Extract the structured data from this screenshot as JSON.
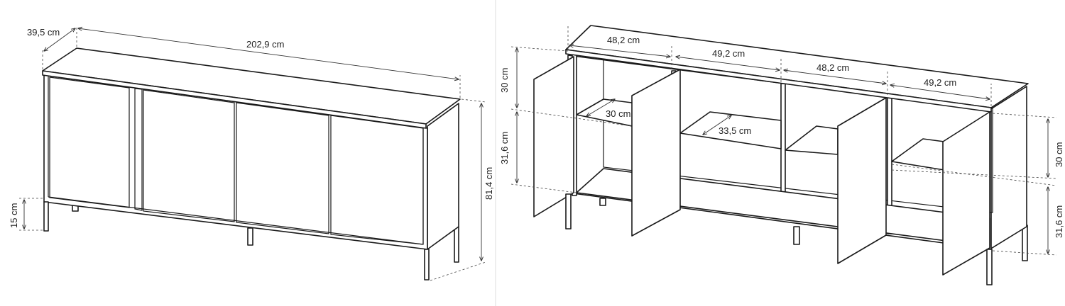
{
  "left_view": {
    "depth": "39,5 cm",
    "width": "202,9 cm",
    "height": "81,4 cm",
    "leg_height": "15 cm"
  },
  "right_view": {
    "compartment_widths": [
      "48,2 cm",
      "49,2 cm",
      "48,2 cm",
      "49,2 cm"
    ],
    "left_upper_height": "30 cm",
    "left_lower_height": "31,6 cm",
    "shelf_depth": "30 cm",
    "inner_depth": "33,5 cm",
    "right_upper_height": "30 cm",
    "right_lower_height": "31,6 cm"
  }
}
